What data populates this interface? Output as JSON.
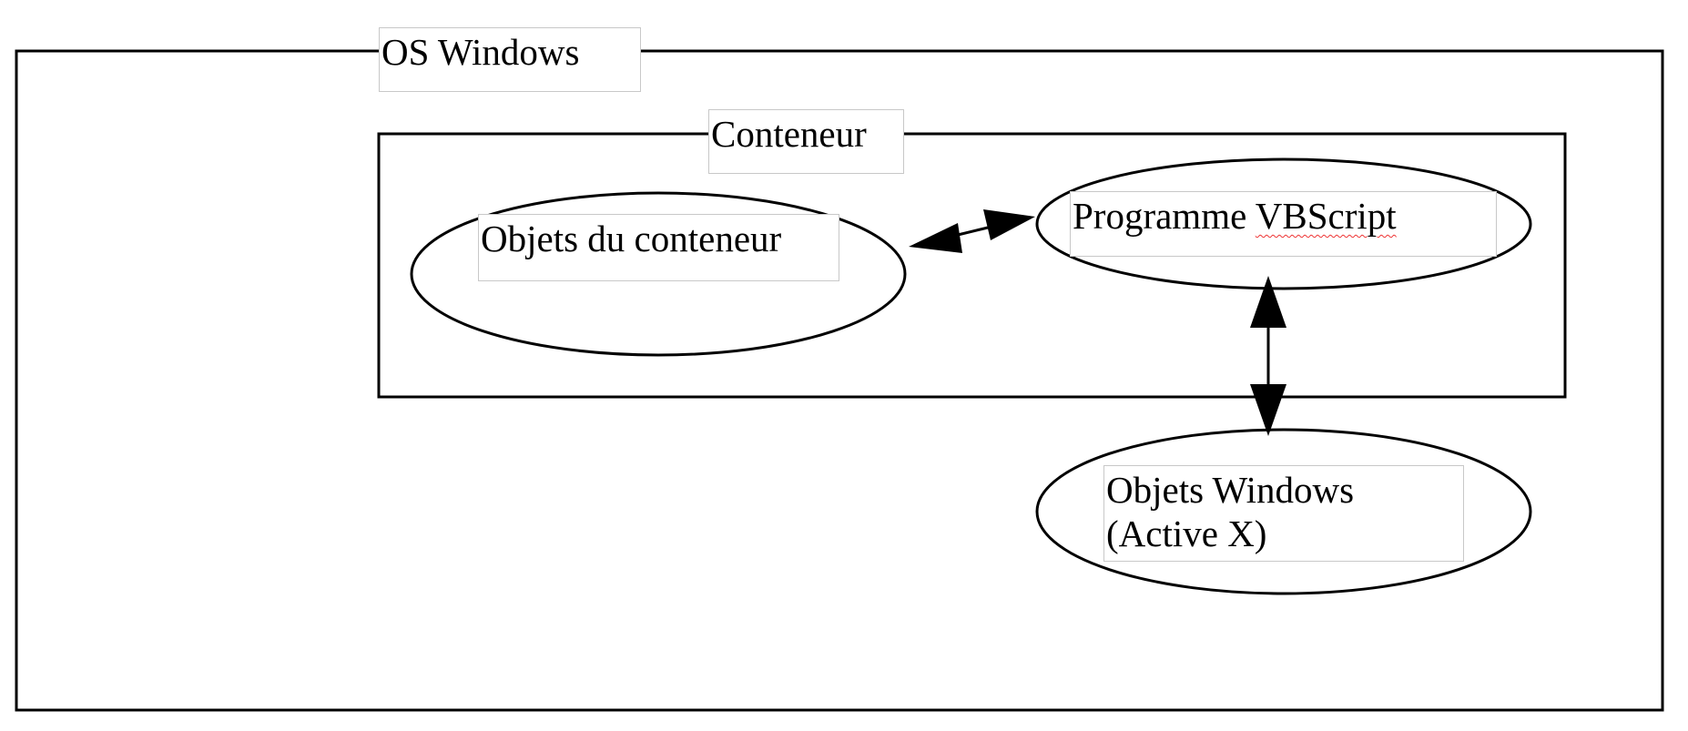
{
  "diagram": {
    "os_label": "OS Windows",
    "container_label": "Conteneur",
    "nodes": {
      "container_objects": "Objets du conteneur",
      "vbscript_program_prefix": "Programme ",
      "vbscript_program_word": "VBScript",
      "windows_objects": "Objets Windows\n(Active X)"
    },
    "edges": [
      {
        "from": "Objets du conteneur",
        "to": "Programme VBScript",
        "direction": "bidirectional"
      },
      {
        "from": "Programme VBScript",
        "to": "Objets Windows (Active X)",
        "direction": "bidirectional"
      }
    ]
  }
}
